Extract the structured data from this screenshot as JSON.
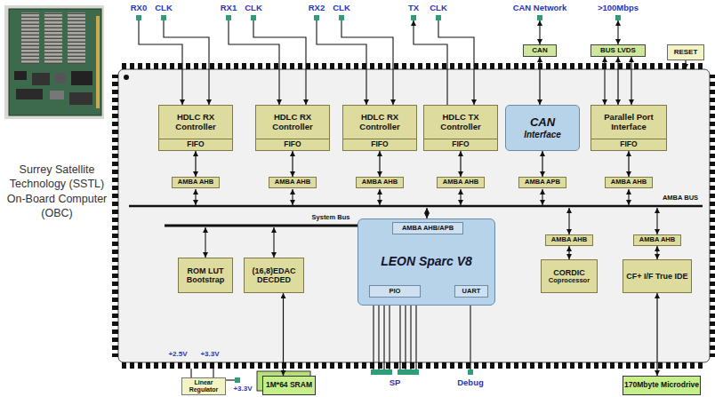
{
  "diagram": {
    "nodes": [
      {
        "text": [
          "CAN"
        ]
      },
      {
        "text": [
          "BUS LVDS"
        ]
      },
      {
        "text": [
          "RESET"
        ]
      },
      {
        "text": [
          "HDLC RX Controller",
          "FIFO"
        ]
      },
      {
        "text": [
          "HDLC RX Controller",
          "FIFO"
        ]
      },
      {
        "text": [
          "HDLC RX Controller",
          "FIFO"
        ]
      },
      {
        "text": [
          "HDLC TX Controller",
          "FIFO"
        ]
      },
      {
        "text": [
          "CAN",
          "Interface"
        ]
      },
      {
        "text": [
          "Parallel Port Interface",
          "FIFO"
        ]
      },
      {
        "text": [
          "AMBA AHB"
        ]
      },
      {
        "text": [
          "AMBA AHB"
        ]
      },
      {
        "text": [
          "AMBA AHB"
        ]
      },
      {
        "text": [
          "AMBA AHB"
        ]
      },
      {
        "text": [
          "AMBA APB"
        ]
      },
      {
        "text": [
          "AMBA AHB"
        ]
      },
      {
        "text": [
          "ROM LUT Bootstrap"
        ]
      },
      {
        "text": [
          "(16,8)EDAC DECDED"
        ]
      },
      {
        "text": [
          "LEON Sparc V8"
        ]
      },
      {
        "text": [
          "AMBA AHB/APB"
        ],
        "in": 17
      },
      {
        "text": [
          "PIO"
        ],
        "in": 17
      },
      {
        "text": [
          "UART"
        ],
        "in": 17
      },
      {
        "text": [
          "AMBA AHB"
        ]
      },
      {
        "text": [
          "AMBA AHB"
        ]
      },
      {
        "text": [
          "CORDIC",
          "Coprocessor"
        ]
      },
      {
        "text": [
          "CF+ I/F True IDE"
        ]
      },
      {
        "text": [
          "Linear Regulator"
        ]
      },
      {
        "text": [
          "1M*64 SRAM"
        ]
      },
      {
        "text": [
          "170Mbyte Microdrive"
        ]
      }
    ],
    "edges": [
      {
        "from": 0,
        "to": 7,
        "arrow": "both"
      },
      {
        "from": 1,
        "to": 8,
        "arrow": "both"
      },
      {
        "from": 3,
        "to": 9,
        "arrow": "both"
      },
      {
        "from": 4,
        "to": 10,
        "arrow": "both"
      },
      {
        "from": 5,
        "to": 11,
        "arrow": "both"
      },
      {
        "from": 6,
        "to": 12,
        "arrow": "both"
      },
      {
        "from": 7,
        "to": 13,
        "arrow": "both"
      },
      {
        "from": 8,
        "to": 14,
        "arrow": "both"
      },
      {
        "from": 16,
        "to": 26,
        "arrow": "both"
      },
      {
        "from": 21,
        "to": 23,
        "arrow": "both"
      },
      {
        "from": 22,
        "to": 24,
        "arrow": "both"
      },
      {
        "from": 24,
        "to": 27,
        "arrow": "both"
      }
    ],
    "labels": [
      "RX0",
      "CLK",
      "RX1",
      "CLK",
      "RX2",
      "CLK",
      "TX",
      "CLK",
      "CAN Network",
      ">100Mbps",
      "AMBA BUS",
      "System Bus",
      "+2.5V",
      "+3.3V",
      "+3.3V",
      "SP",
      "Debug",
      "Surrey Satellite Technology (SSTL) On-Board Computer (OBC)"
    ]
  }
}
